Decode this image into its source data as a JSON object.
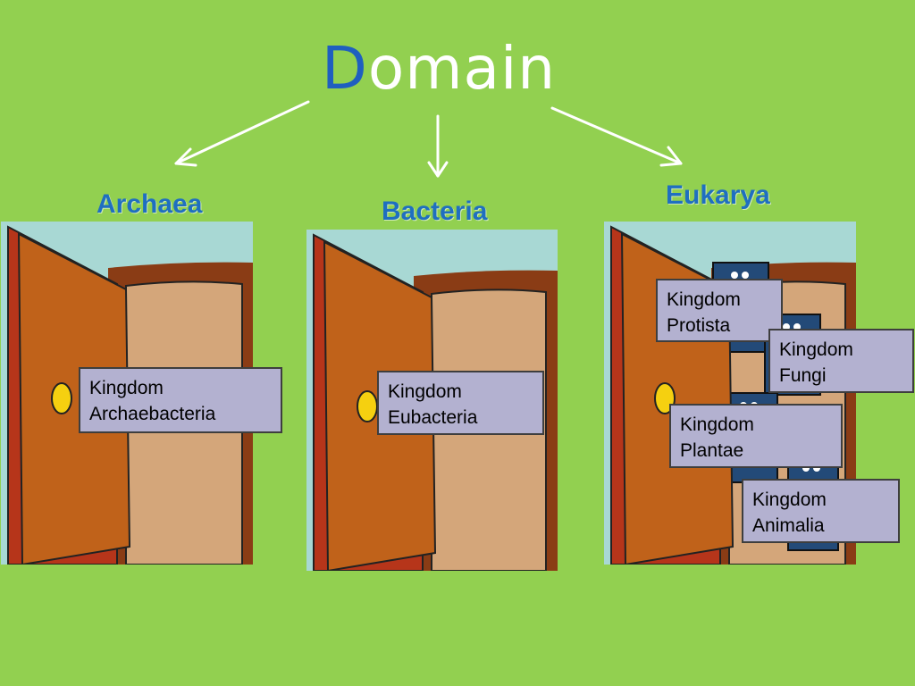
{
  "title": {
    "initial": "D",
    "rest": "omain"
  },
  "domains": [
    {
      "name": "Archaea",
      "kingdoms": [
        {
          "line1": "Kingdom",
          "line2": "Archaebacteria"
        }
      ]
    },
    {
      "name": "Bacteria",
      "kingdoms": [
        {
          "line1": "Kingdom",
          "line2": "Eubacteria"
        }
      ]
    },
    {
      "name": "Eukarya",
      "kingdoms": [
        {
          "line1": "Kingdom",
          "line2": "Protista"
        },
        {
          "line1": "Kingdom",
          "line2": "Fungi"
        },
        {
          "line1": "Kingdom",
          "line2": "Plantae"
        },
        {
          "line1": "Kingdom",
          "line2": "Animalia"
        }
      ]
    }
  ],
  "colors": {
    "background": "#92d050",
    "heading": "#1f6fc0",
    "title_initial": "#1f5fbf",
    "label_fill": "#b3b1d0",
    "door": "#c0621a",
    "doorway": "#d4a67a",
    "wall": "#a8d8d4"
  },
  "icons": {
    "door": "open-door-illustration",
    "creatures": "cabinet-creature-icon"
  }
}
